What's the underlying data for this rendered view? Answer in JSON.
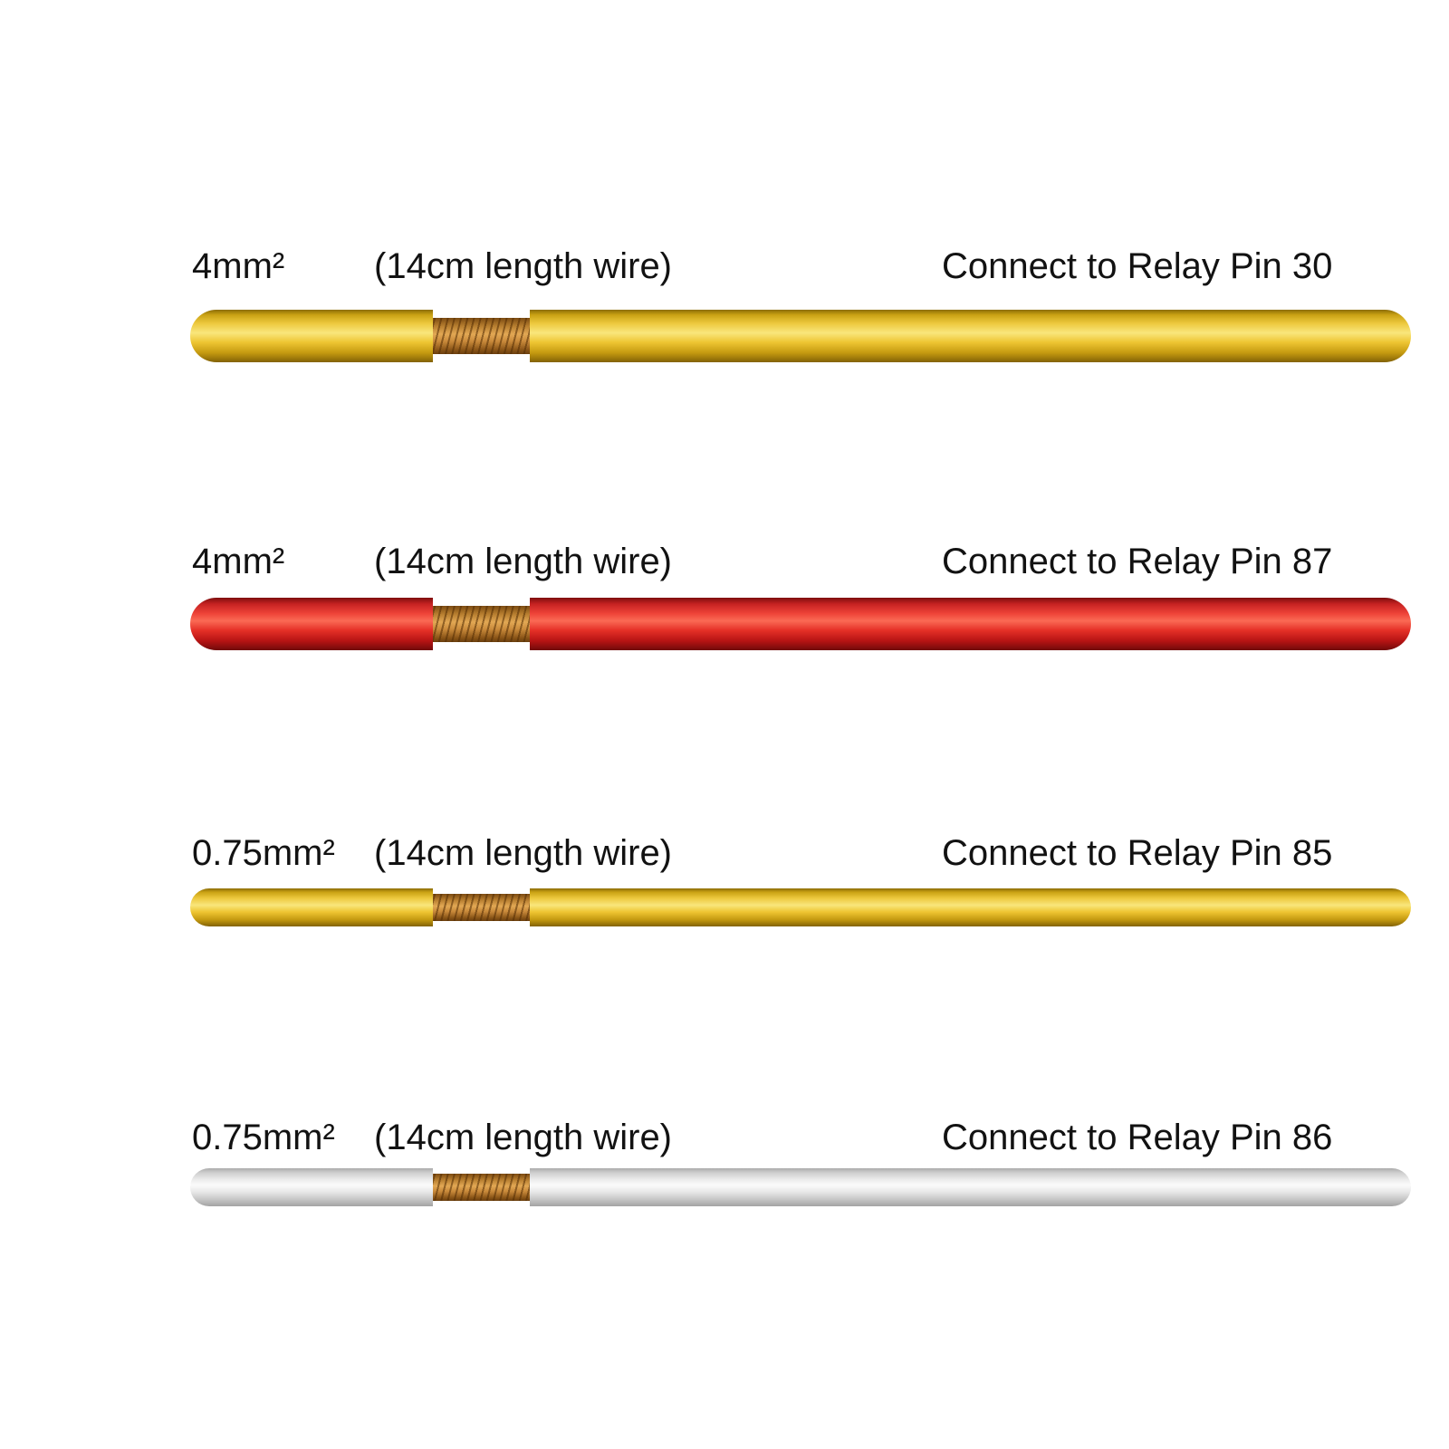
{
  "page": {
    "background": "#ffffff",
    "text_color": "#121212",
    "copper_hex": "#c8893a"
  },
  "wires": [
    {
      "gauge": "4mm²",
      "length_note": "(14cm length wire)",
      "connection": "Connect to Relay Pin 30",
      "color_name": "yellow",
      "insulation_hex": "#eec532",
      "size": "thick"
    },
    {
      "gauge": "4mm²",
      "length_note": "(14cm length wire)",
      "connection": "Connect to Relay Pin 87",
      "color_name": "red",
      "insulation_hex": "#e53027",
      "size": "thick"
    },
    {
      "gauge": "0.75mm²",
      "length_note": "(14cm length wire)",
      "connection": "Connect to Relay Pin 85",
      "color_name": "yellow",
      "insulation_hex": "#eec532",
      "size": "thin"
    },
    {
      "gauge": "0.75mm²",
      "length_note": "(14cm length wire)",
      "connection": "Connect to Relay Pin 86",
      "color_name": "white",
      "insulation_hex": "#ededed",
      "size": "thin"
    }
  ]
}
